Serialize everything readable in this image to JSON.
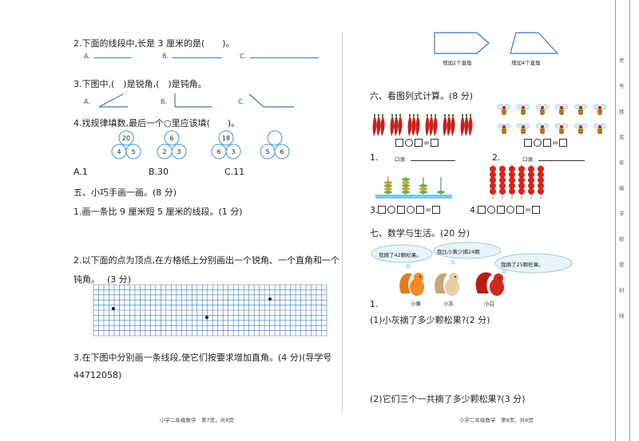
{
  "left": {
    "q2": {
      "text": "2.下面的线段中,长是 3 厘米的是(　　)。",
      "a": "A.",
      "b": "B.",
      "c": "C."
    },
    "q3": {
      "text": "3.下图中,(　)是锐角,(　)是钝角。",
      "a": "A.",
      "b": "B.",
      "c": "C."
    },
    "q4": {
      "text": "4.找规律填数,最后一个○里应该填(　　)。",
      "circles": [
        {
          "top": "20",
          "l": "4",
          "r": "5"
        },
        {
          "top": "6",
          "l": "2",
          "r": "3"
        },
        {
          "top": "18",
          "l": "6",
          "r": "3"
        },
        {
          "top": "",
          "l": "5",
          "r": "6"
        }
      ],
      "opts": [
        "A.1",
        "B.30",
        "C.11"
      ]
    },
    "sec5": "五、小巧手画一画。(8 分)",
    "p1": "1.画一条比 9 厘米短 5 厘米的线段。(1 分)",
    "p2a": "2.以下面的点为顶点,在方格纸上分别画出一个锐角、一个直角和一个",
    "p2b": "钝角。　 (3 分)",
    "p3a": "3.在下图中分别画一条线段,使它们按要求增加直角。(4 分)(导学号",
    "p3b": "44712058)",
    "footer": "小学二年级数学　第7页，共8页"
  },
  "right": {
    "shape1_label": "增加2个直角",
    "shape2_label": "增加4个直角",
    "sec6": "六、看图列式计算。(8 分)",
    "item1": "1.",
    "item2": "2.",
    "read_label": "口读:",
    "item3": "3.",
    "item4": "4.",
    "sec7": "七、数学与生活。(20 分)",
    "bubble1": "我摘了42颗松果。",
    "bubble2": "我比小黄少摘24颗",
    "bubble3": "我摘了25颗松果。",
    "names": [
      "小黄",
      "小灰",
      "小白"
    ],
    "item7_1": "1.",
    "q7a": "(1)小灰摘了多少颗松果?(2 分)",
    "q7b": "(2)它们三个一共摘了多少颗松果?(3 分)",
    "footer": "小学二年级数学　第8页，共8页"
  },
  "binding": {
    "chars": [
      "考",
      "号",
      "姓",
      "名",
      "年",
      "级",
      "学",
      "校",
      "密",
      "封",
      "线"
    ]
  },
  "colors": {
    "accent": "#3a78c4",
    "chili": "#c8201c",
    "grid": "#3a78c4"
  }
}
